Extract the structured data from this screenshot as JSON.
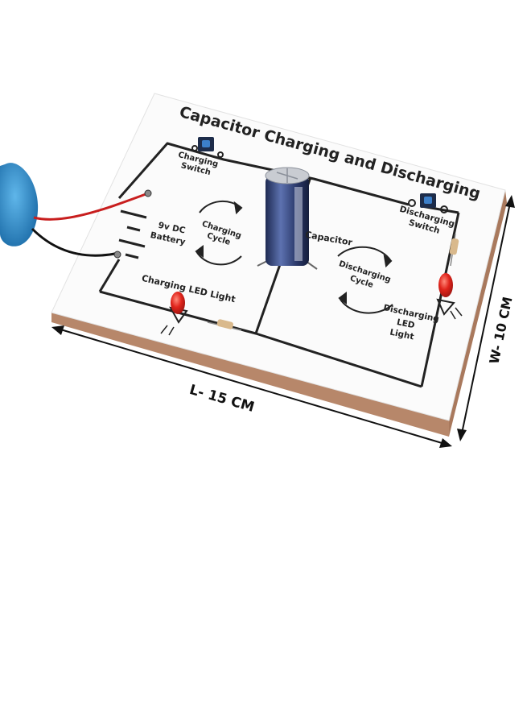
{
  "board": {
    "title": "Capacitor Charging and Discharging",
    "labels": {
      "charging_switch_1": "Charging",
      "charging_switch_2": "Switch",
      "battery_1": "9v DC",
      "battery_2": "Battery",
      "charging_cycle_1": "Charging",
      "charging_cycle_2": "Cycle",
      "capacitor": "Capacitor",
      "discharging_switch_1": "Discharging",
      "discharging_switch_2": "Switch",
      "discharging_cycle_1": "Discharging",
      "discharging_cycle_2": "Cycle",
      "charging_led": "Charging LED Light",
      "discharging_led_1": "Discharging",
      "discharging_led_2": "LED",
      "discharging_led_3": "Light"
    }
  },
  "dimensions": {
    "length": "L- 15 CM",
    "width": "W- 10 CM"
  },
  "colors": {
    "board_face": "#fbfbfb",
    "board_edge": "#b7876a",
    "wire": "#222222",
    "led": "#e0241b",
    "battery_clip": "#2b8fd0",
    "capacitor_body": "#3d4f86"
  }
}
